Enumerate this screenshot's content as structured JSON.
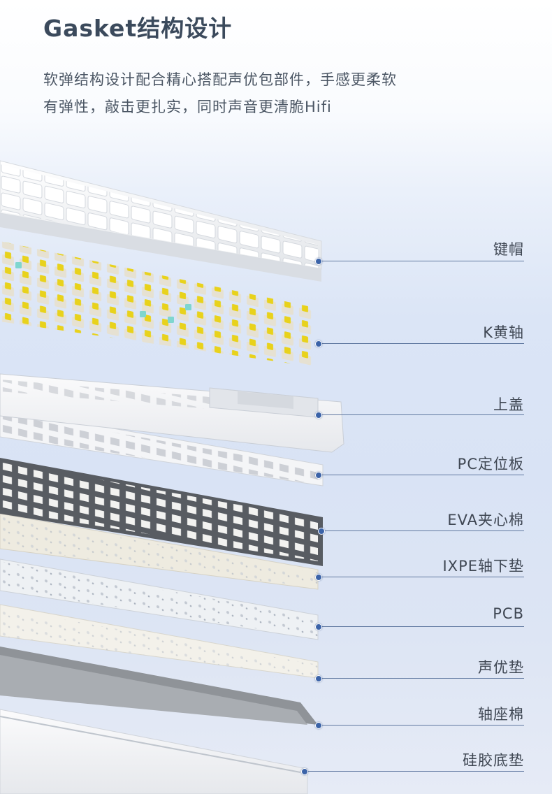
{
  "title": "Gasket结构设计",
  "subtitle": {
    "line1": "软弹结构设计配合精心搭配声优包部件，手感更柔软",
    "line2": "有弹性，敲击更扎实，同时声音更清脆Hifi"
  },
  "layers": [
    {
      "id": "keycaps",
      "label": "键帽",
      "icon": "keycap-layer"
    },
    {
      "id": "switches",
      "label": "K黄轴",
      "icon": "switch-layer"
    },
    {
      "id": "top-case",
      "label": "上盖",
      "icon": "top-case-layer"
    },
    {
      "id": "plate",
      "label": "PC定位板",
      "icon": "plate-layer"
    },
    {
      "id": "eva-foam",
      "label": "EVA夹心棉",
      "icon": "eva-foam-layer"
    },
    {
      "id": "ixpe-pad",
      "label": "IXPE轴下垫",
      "icon": "ixpe-pad-layer"
    },
    {
      "id": "pcb",
      "label": "PCB",
      "icon": "pcb-layer"
    },
    {
      "id": "sound-pad",
      "label": "声优垫",
      "icon": "sound-pad-layer"
    },
    {
      "id": "base-foam",
      "label": "轴座棉",
      "icon": "base-foam-layer"
    },
    {
      "id": "silicone-pad",
      "label": "硅胶底垫",
      "icon": "silicone-pad-layer"
    }
  ],
  "colors": {
    "title": "#3b4a5c",
    "text": "#4a5563",
    "leader": "#6078a0",
    "dot": "#3b63a8",
    "switch_yellow": "#e8d21c",
    "switch_cyan": "#7fd6cf",
    "foam_gray": "#585c62"
  }
}
